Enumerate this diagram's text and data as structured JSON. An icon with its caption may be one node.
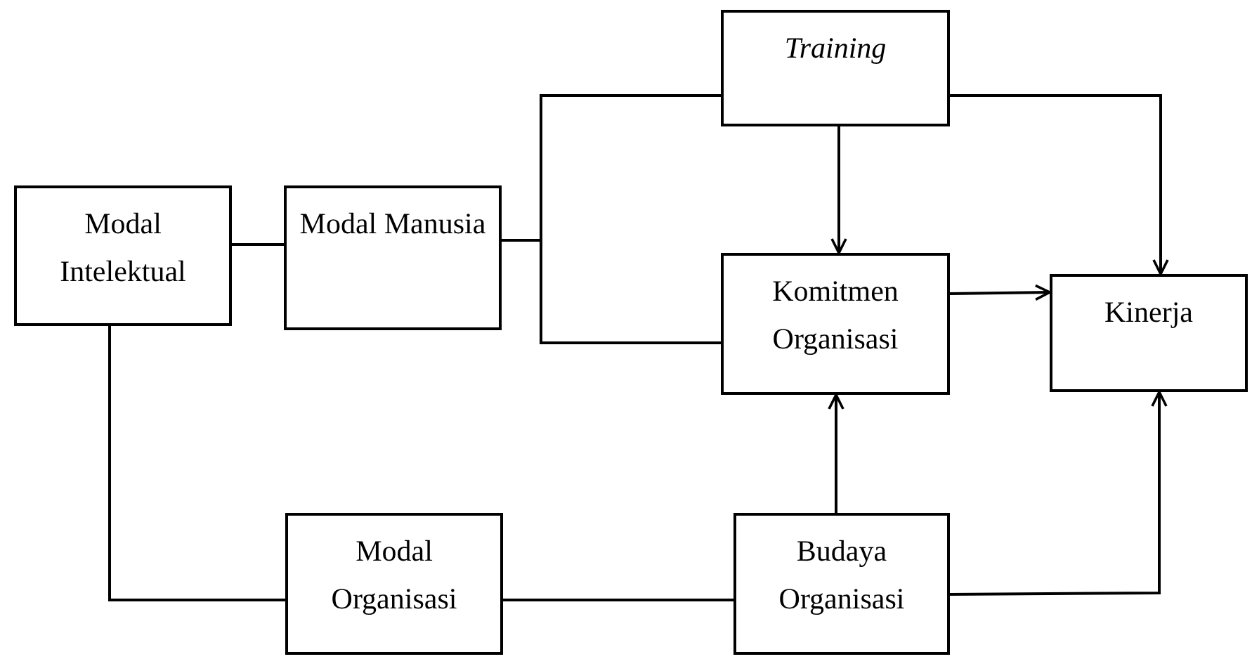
{
  "diagram": {
    "nodes": [
      {
        "text": [
          "Modal Intelektual"
        ]
      },
      {
        "text": [
          "Modal Manusia"
        ]
      },
      {
        "text": [
          "Training"
        ]
      },
      {
        "text": [
          "Komitmen Organisasi"
        ]
      },
      {
        "text": [
          "Kinerja"
        ]
      },
      {
        "text": [
          "Modal Organisasi"
        ]
      },
      {
        "text": [
          "Budaya Organisasi"
        ]
      }
    ],
    "edges": [
      {
        "from": 0,
        "to": 1,
        "arrow": "none"
      },
      {
        "from": 1,
        "to": 2,
        "arrow": "none"
      },
      {
        "from": 1,
        "to": 3,
        "arrow": "none"
      },
      {
        "from": 2,
        "to": 3,
        "arrow": "to"
      },
      {
        "from": 2,
        "to": 4,
        "arrow": "to"
      },
      {
        "from": 3,
        "to": 4,
        "arrow": "to"
      },
      {
        "from": 0,
        "to": 5,
        "arrow": "none"
      },
      {
        "from": 5,
        "to": 6,
        "arrow": "none"
      },
      {
        "from": 6,
        "to": 3,
        "arrow": "to"
      },
      {
        "from": 6,
        "to": 4,
        "arrow": "to"
      }
    ]
  }
}
